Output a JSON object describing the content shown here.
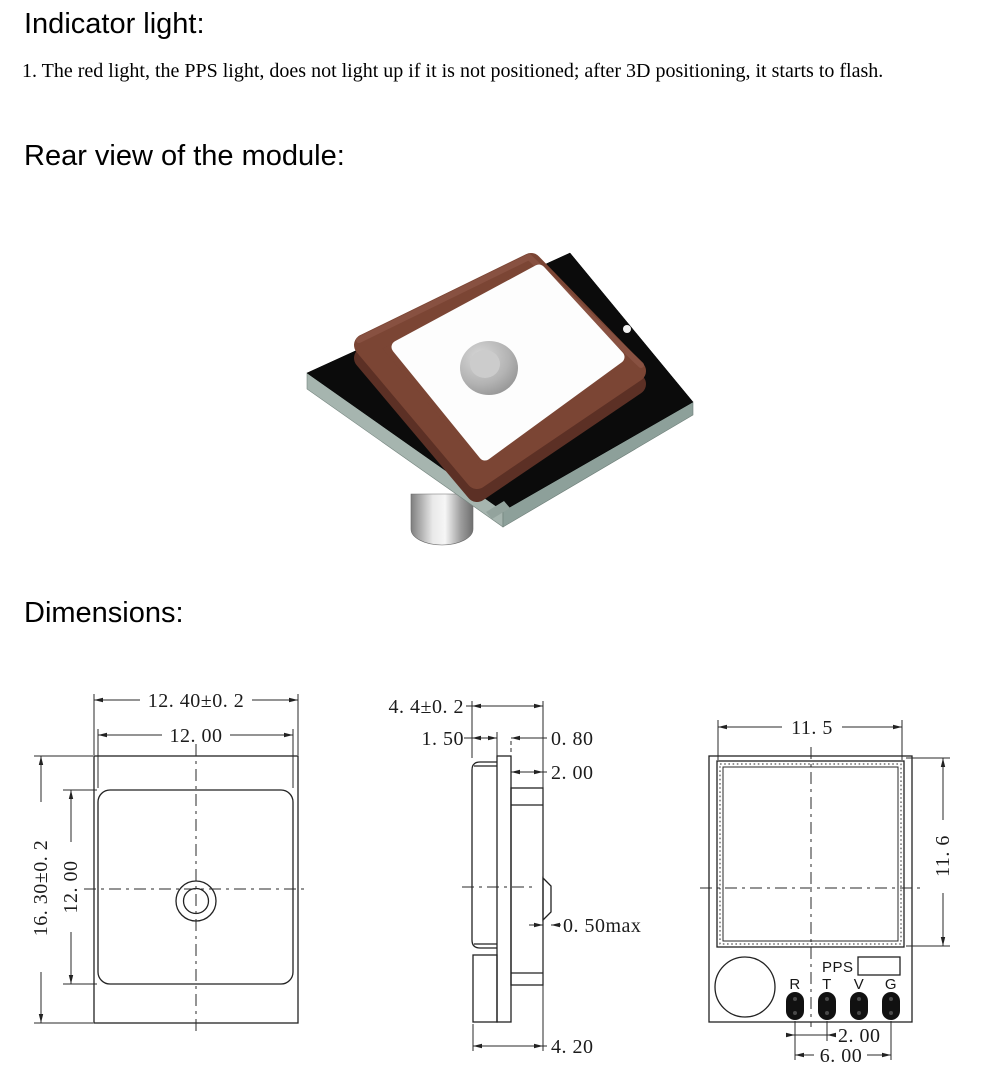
{
  "page": {
    "title_indicator": "Indicator light:",
    "indicator_note": "1. The red light, the PPS light, does not light up if it is not positioned; after 3D positioning, it starts to flash.",
    "title_rear": "Rear view of the module:",
    "title_dimensions": "Dimensions:"
  },
  "module": {
    "board": "#0b0b0b",
    "edge_left": "#a6b5af",
    "edge_right": "#8da09a",
    "patch": "#7b4534",
    "patch_shadow": "#5c3025",
    "patch_bevel": "#8a5242",
    "face": "#fdfdfd"
  },
  "drawings": {
    "front_view": {
      "width_outer": "12. 40±0. 2",
      "width_inner": "12. 00",
      "height_outer": "16. 30±0. 2",
      "height_inner": "12. 00"
    },
    "side_view": {
      "total": "4. 4±0. 2",
      "patch": "1. 50",
      "pcb": "0. 80",
      "shield": "2. 00",
      "bump": "0. 50max",
      "bottom": "4. 20"
    },
    "rear_view": {
      "width": "11. 5",
      "height": "11. 6",
      "pps_label": "PPS",
      "pads": [
        "R",
        "T",
        "V",
        "G"
      ],
      "pitch": "2. 00",
      "span": "6. 00"
    }
  }
}
